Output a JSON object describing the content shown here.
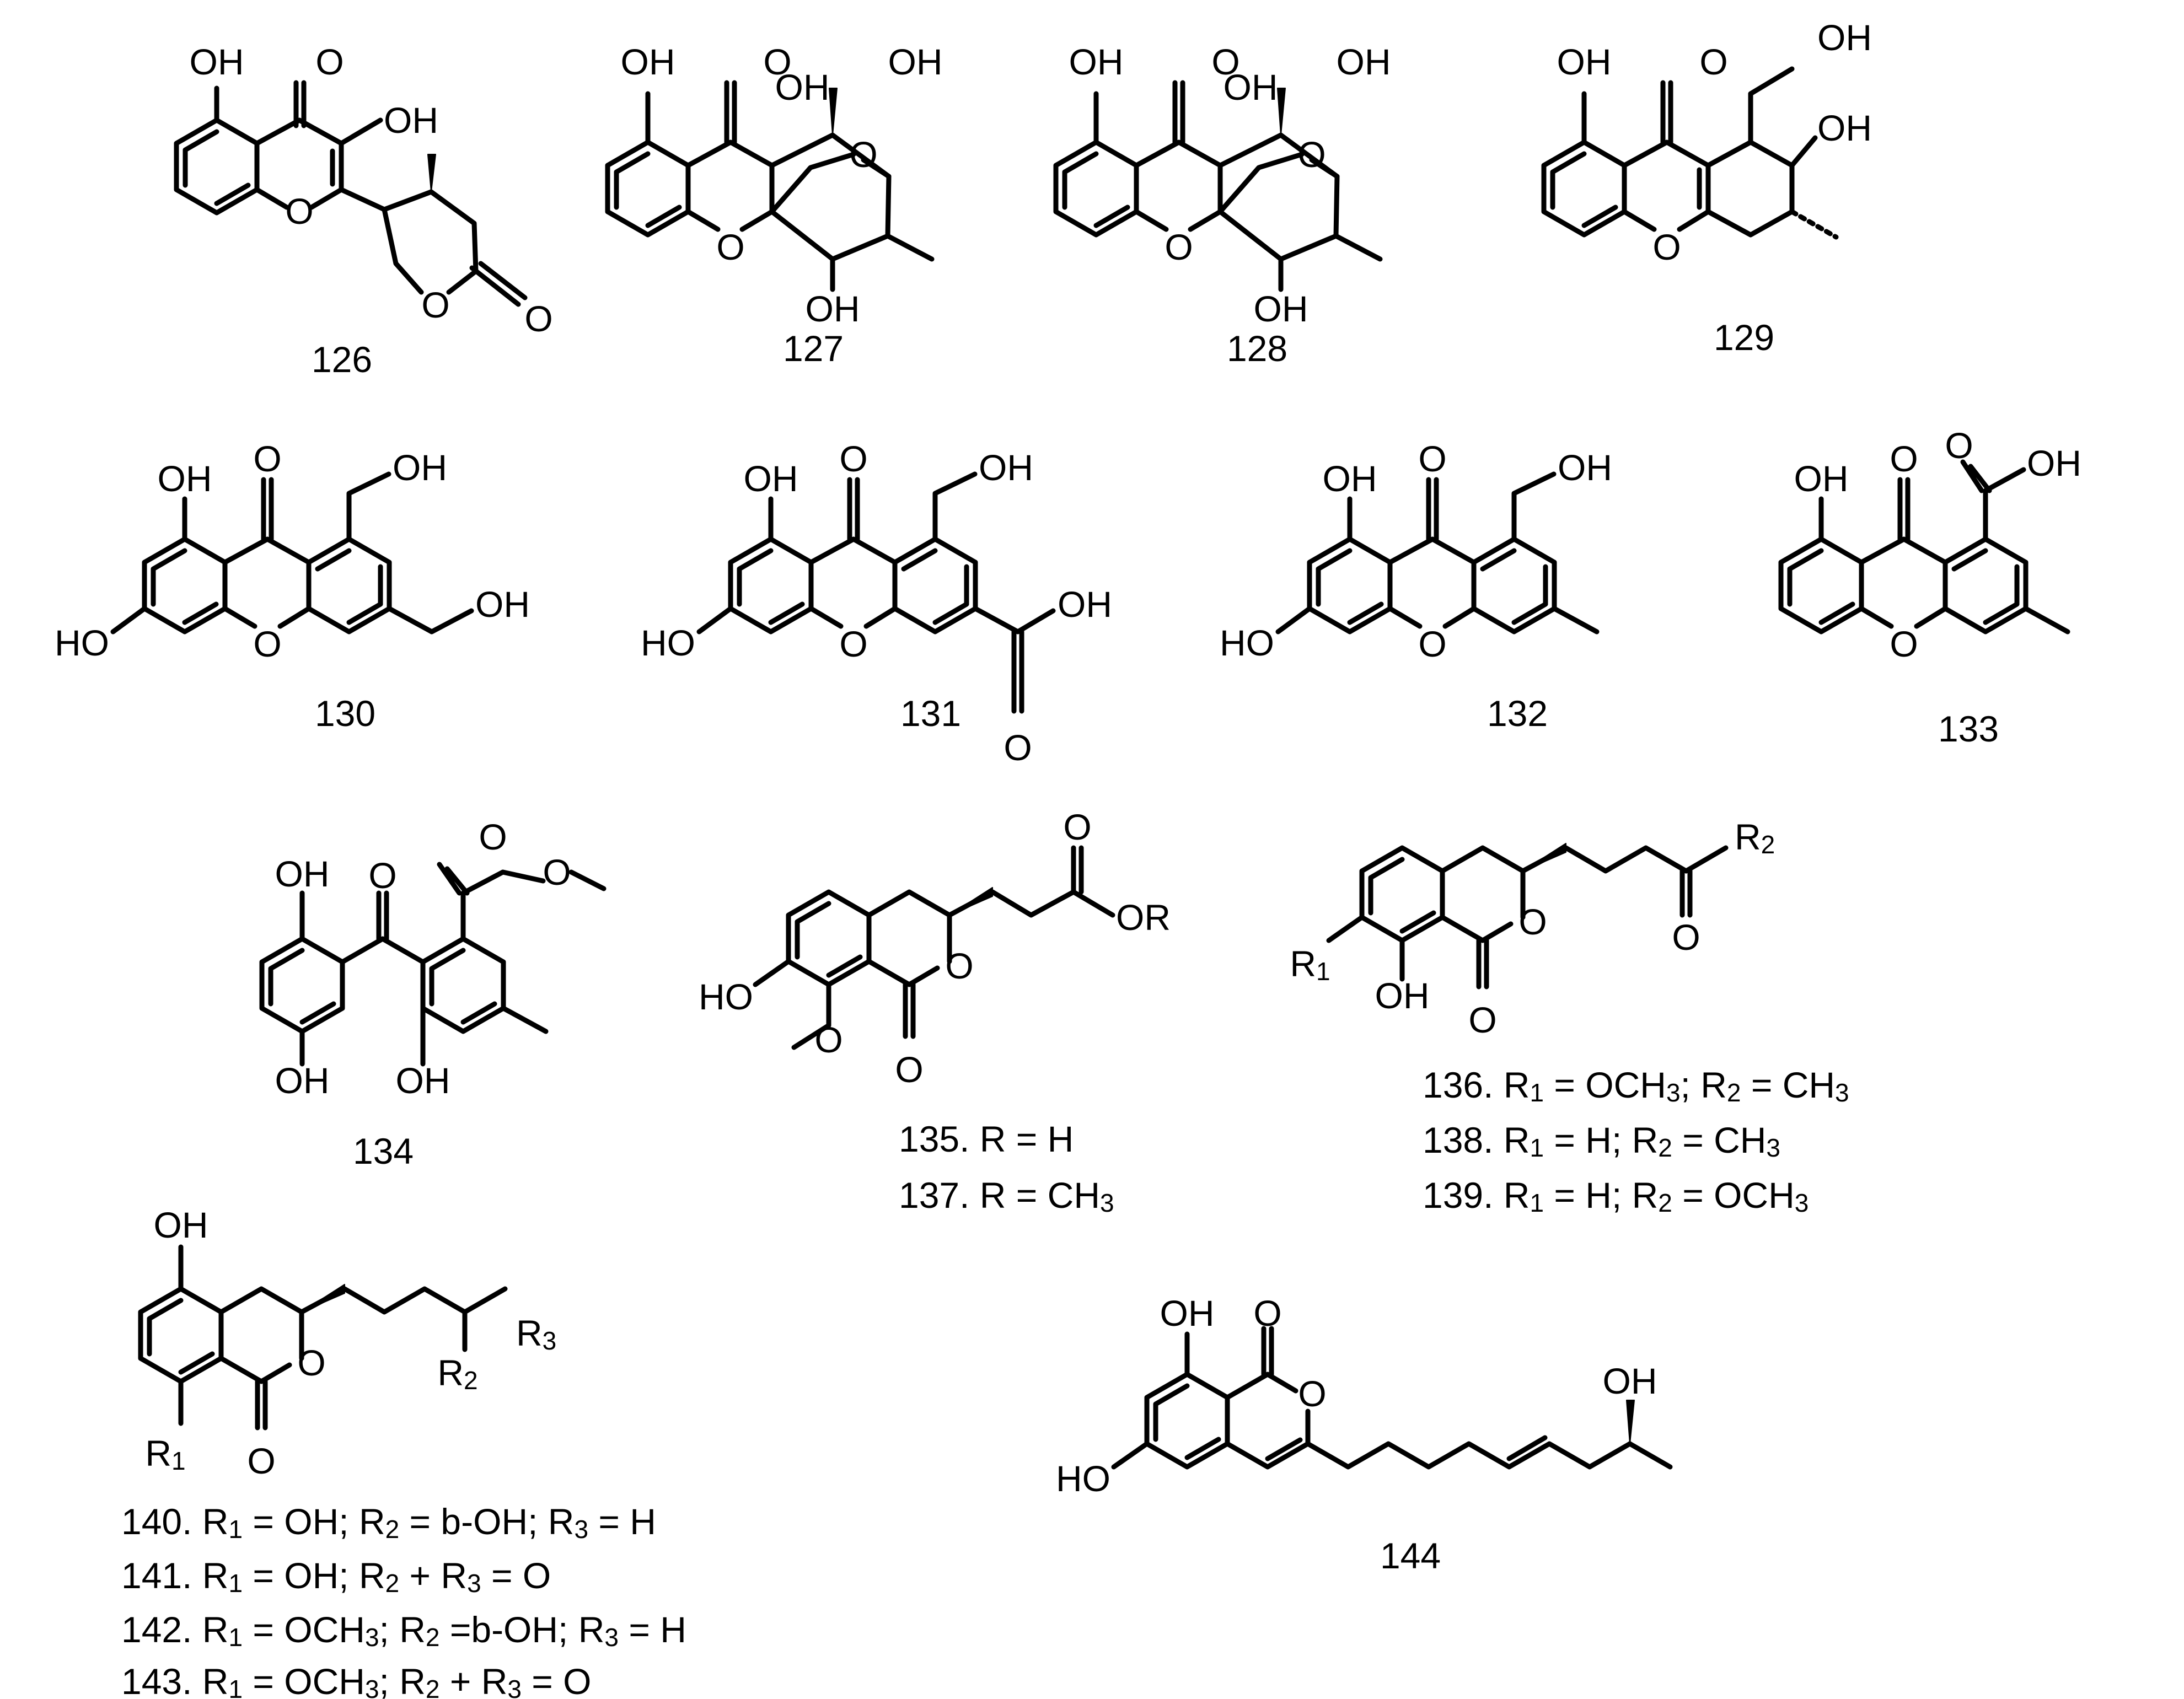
{
  "compounds": [
    {
      "number": "126",
      "label": "126"
    },
    {
      "number": "127",
      "label": "127"
    },
    {
      "number": "128",
      "label": "128"
    },
    {
      "number": "129",
      "label": "129"
    },
    {
      "number": "130",
      "label": "130"
    },
    {
      "number": "131",
      "label": "131"
    },
    {
      "number": "132",
      "label": "132"
    },
    {
      "number": "133",
      "label": "133"
    },
    {
      "number": "134",
      "label": "134"
    },
    {
      "number": "144",
      "label": "144"
    }
  ],
  "series_135": [
    {
      "number": "135",
      "text": "135. R = H"
    },
    {
      "number": "137",
      "text": "137. R = CH3"
    }
  ],
  "series_136": [
    {
      "number": "136",
      "text": "136. R1 = OCH3; R2 = CH3"
    },
    {
      "number": "138",
      "text": "138. R1 = H; R2 = CH3"
    },
    {
      "number": "139",
      "text": "139. R1 = H; R2 = OCH3"
    }
  ],
  "series_140": [
    {
      "number": "140",
      "text": "140. R1 = OH; R2 = b-OH; R3 = H"
    },
    {
      "number": "141",
      "text": "141. R1 = OH; R2 + R3 = O"
    },
    {
      "number": "142",
      "text": "142. R1 = OCH3; R2 =b-OH; R3 = H"
    },
    {
      "number": "143",
      "text": "143. R1 = OCH3; R2 + R3 = O"
    }
  ],
  "atom_labels": {
    "oh": "OH",
    "ho": "HO",
    "o": "O",
    "r": "R",
    "or": "OR",
    "r1": "R1",
    "r2": "R2",
    "r3": "R3"
  }
}
